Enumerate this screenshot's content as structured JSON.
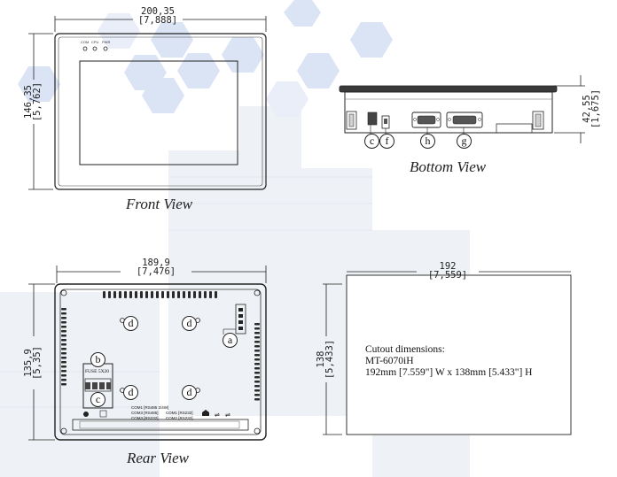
{
  "front_view": {
    "caption": "Front View",
    "width_mm": "200,35",
    "width_in": "[7,888]",
    "height_mm": "146,35",
    "height_in": "[5,762]",
    "led_labels": [
      "COM",
      "CPU",
      "PWR"
    ]
  },
  "bottom_view": {
    "caption": "Bottom View",
    "depth_mm": "42,55",
    "depth_in": "[1,675]",
    "callouts": [
      "c",
      "f",
      "h",
      "g"
    ]
  },
  "rear_view": {
    "caption": "Rear View",
    "width_mm": "189,9",
    "width_in": "[7,476]",
    "height_mm": "135,9",
    "height_in": "[5,35]",
    "callouts": {
      "a": "a",
      "b": "b",
      "c": "c",
      "d": "d"
    },
    "fuse_label": "FUSE 5X20",
    "port_labels": [
      "COM1 [RS485 2/4W]",
      "COM3 [RS485]",
      "COM3 [RS232]",
      "COM1 [RS232]",
      "COM2 [RS232]"
    ]
  },
  "cutout": {
    "width_mm": "192",
    "width_in": "[7,559]",
    "height_mm": "138",
    "height_in": "[5,433]",
    "title": "Cutout dimensions:",
    "model": "MT-6070iH",
    "spec": "192mm [7.559\"] W x 138mm [5.433\"] H"
  },
  "colors": {
    "background": "#ffffff",
    "hex_watermark": "#dde6f6",
    "building_watermark": "#eef0f3",
    "line": "#222222"
  }
}
